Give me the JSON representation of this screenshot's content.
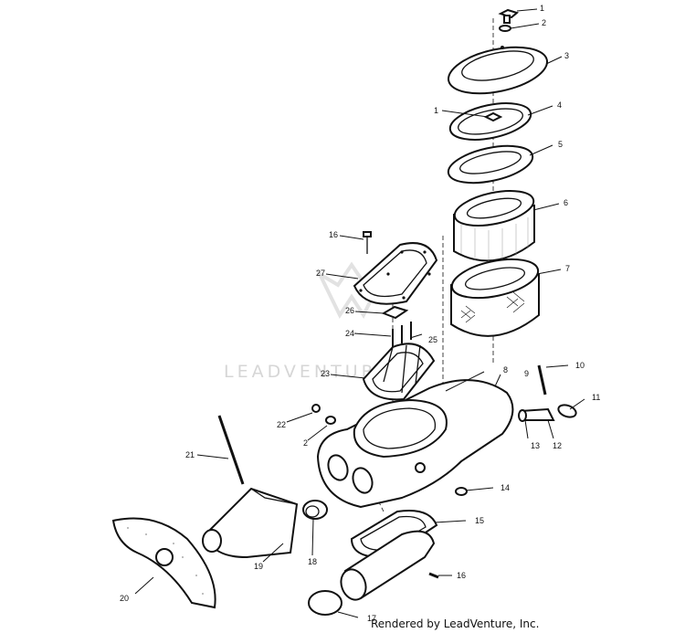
{
  "watermark": {
    "text": "LEADVENTURE",
    "color": "#d6d6d6"
  },
  "credit": "Rendered by LeadVenture, Inc.",
  "callouts": {
    "c1a": "1",
    "c2a": "2",
    "c3": "3",
    "c1b": "1",
    "c4": "4",
    "c5": "5",
    "c6": "6",
    "c7": "7",
    "c16a": "16",
    "c27": "27",
    "c26": "26",
    "c24": "24",
    "c25": "25",
    "c23": "23",
    "c8": "8",
    "c9": "9",
    "c10": "10",
    "c11": "11",
    "c13": "13",
    "c12": "12",
    "c22": "22",
    "c2b": "2",
    "c21": "21",
    "c14": "14",
    "c15": "15",
    "c18": "18",
    "c19": "19",
    "c20": "20",
    "c16b": "16",
    "c17": "17"
  }
}
